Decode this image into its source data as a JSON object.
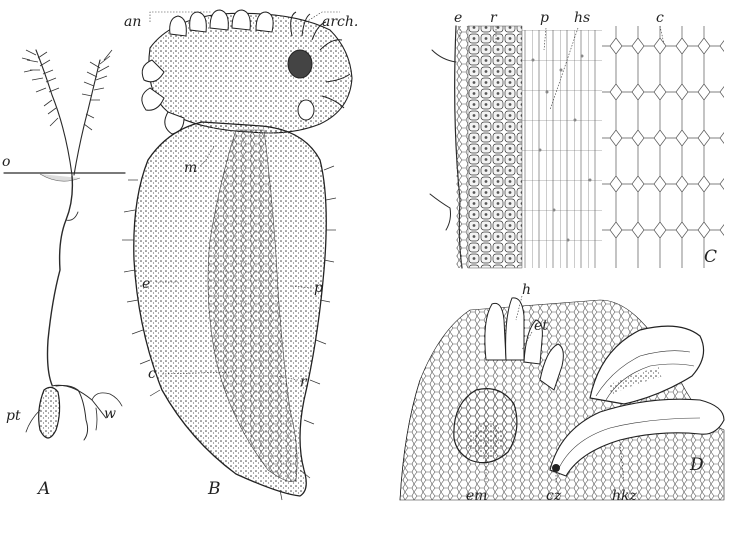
{
  "figure": {
    "panels": [
      {
        "id": "A",
        "label": "A",
        "parts": [
          {
            "key": "o",
            "text": "o"
          },
          {
            "key": "pt",
            "text": "pt"
          },
          {
            "key": "w",
            "text": "w"
          }
        ]
      },
      {
        "id": "B",
        "label": "B",
        "parts": [
          {
            "key": "an",
            "text": "an"
          },
          {
            "key": "arch",
            "text": "arch."
          },
          {
            "key": "m",
            "text": "m"
          },
          {
            "key": "e",
            "text": "e"
          },
          {
            "key": "p",
            "text": "p"
          },
          {
            "key": "c",
            "text": "c"
          },
          {
            "key": "r",
            "text": "r"
          }
        ]
      },
      {
        "id": "C",
        "label": "C",
        "parts": [
          {
            "key": "e",
            "text": "e"
          },
          {
            "key": "r",
            "text": "r"
          },
          {
            "key": "p",
            "text": "p"
          },
          {
            "key": "hs",
            "text": "hs"
          },
          {
            "key": "c",
            "text": "c"
          }
        ]
      },
      {
        "id": "D",
        "label": "D",
        "parts": [
          {
            "key": "h",
            "text": "h"
          },
          {
            "key": "et",
            "text": "et"
          },
          {
            "key": "em",
            "text": "em"
          },
          {
            "key": "cz",
            "text": "cz"
          },
          {
            "key": "hkz",
            "text": "hkz"
          }
        ]
      }
    ]
  }
}
